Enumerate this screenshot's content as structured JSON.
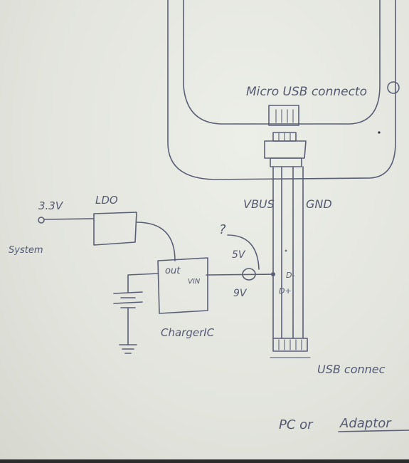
{
  "labels": {
    "micro_usb": "Micro USB connecto",
    "vbus": "VBUS",
    "gnd": "GND",
    "d_minus": "D-",
    "d_plus": "D+",
    "v33": "3.3V",
    "ldo": "LDO",
    "system": "System",
    "question": "?",
    "v5": "5V",
    "v9": "9V",
    "out": "out",
    "vin": "VIN",
    "charger_ic": "ChargerIC",
    "usb_connector": "USB connec",
    "pc_or": "PC or",
    "adapter": "Adaptor"
  },
  "colors": {
    "paper": "#e6e7e1",
    "ink": "#5b5f76"
  }
}
